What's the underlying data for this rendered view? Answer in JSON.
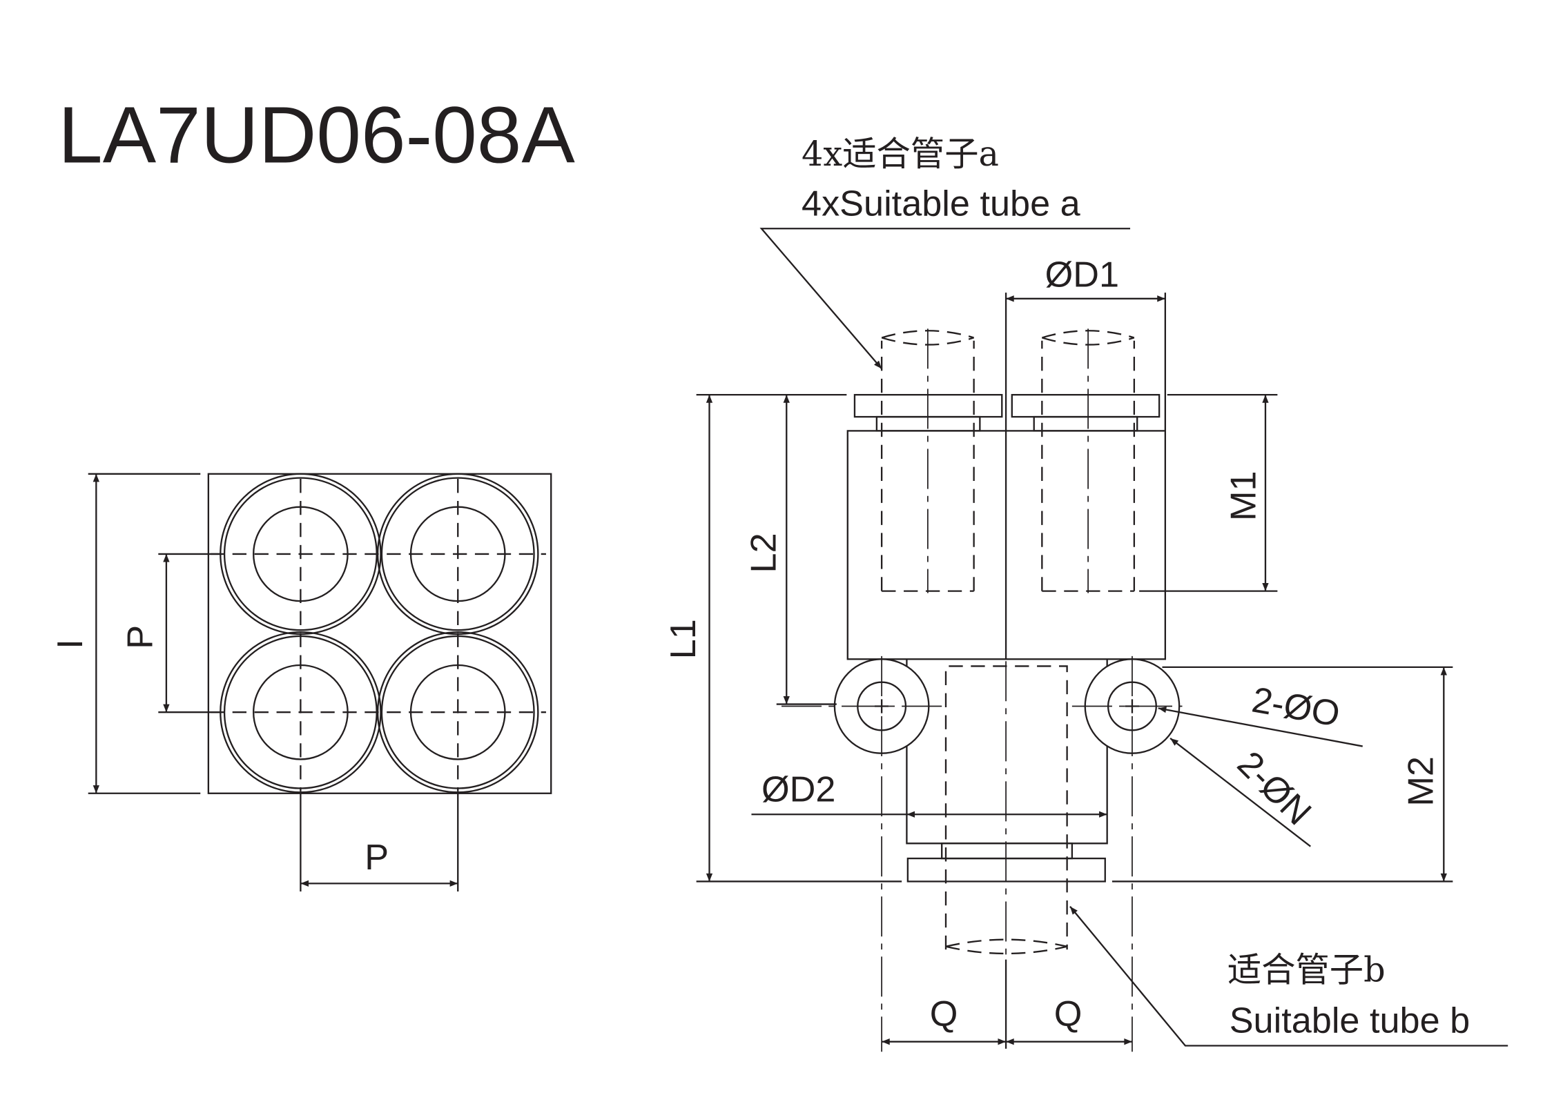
{
  "title": "LA7UD06-08A",
  "labels": {
    "tube_a_cn": "4x适合管子a",
    "tube_a_en": "4xSuitable tube a",
    "tube_b_cn": "适合管子b",
    "tube_b_en": "Suitable tube b",
    "d1": "ØD1",
    "d2": "ØD2",
    "m1": "M1",
    "m2": "M2",
    "l1": "L1",
    "l2": "L2",
    "o": "2-ØO",
    "n": "2-ØN",
    "q_left": "Q",
    "q_right": "Q",
    "i": "I",
    "p_vertical": "P",
    "p_horizontal": "P"
  },
  "colors": {
    "line": "#231f20",
    "background": "#ffffff"
  }
}
